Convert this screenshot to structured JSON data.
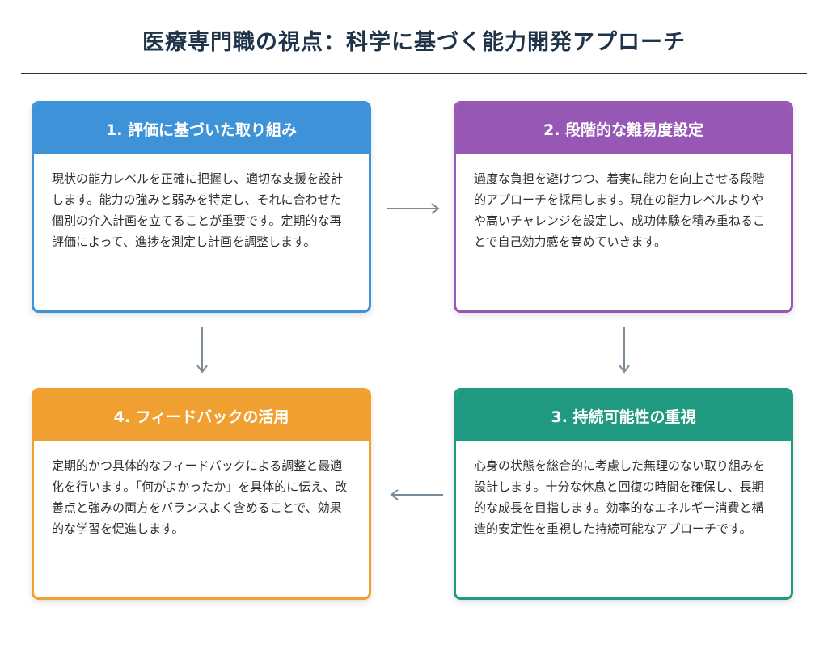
{
  "title": "医療専門職の視点：科学に基づく能力開発アプローチ",
  "colors": {
    "title": "#1f3448",
    "step1": "#3d92d8",
    "step2": "#9657b5",
    "step3": "#1f9a80",
    "step4": "#f0a030",
    "arrow": "#7a8a96"
  },
  "steps": [
    {
      "heading": "1. 評価に基づいた取り組み",
      "body": "現状の能力レベルを正確に把握し、適切な支援を設計します。能力の強みと弱みを特定し、それに合わせた個別の介入計画を立てることが重要です。定期的な再評価によって、進捗を測定し計画を調整します。"
    },
    {
      "heading": "2. 段階的な難易度設定",
      "body": "過度な負担を避けつつ、着実に能力を向上させる段階的アプローチを採用します。現在の能力レベルよりやや高いチャレンジを設定し、成功体験を積み重ねることで自己効力感を高めていきます。"
    },
    {
      "heading": "3. 持続可能性の重視",
      "body": "心身の状態を総合的に考慮した無理のない取り組みを設計します。十分な休息と回復の時間を確保し、長期的な成長を目指します。効率的なエネルギー消費と構造的安定性を重視した持続可能なアプローチです。"
    },
    {
      "heading": "4. フィードバックの活用",
      "body": "定期的かつ具体的なフィードバックによる調整と最適化を行います。「何がよかったか」を具体的に伝え、改善点と強みの両方をバランスよく含めることで、効果的な学習を促進します。"
    }
  ]
}
